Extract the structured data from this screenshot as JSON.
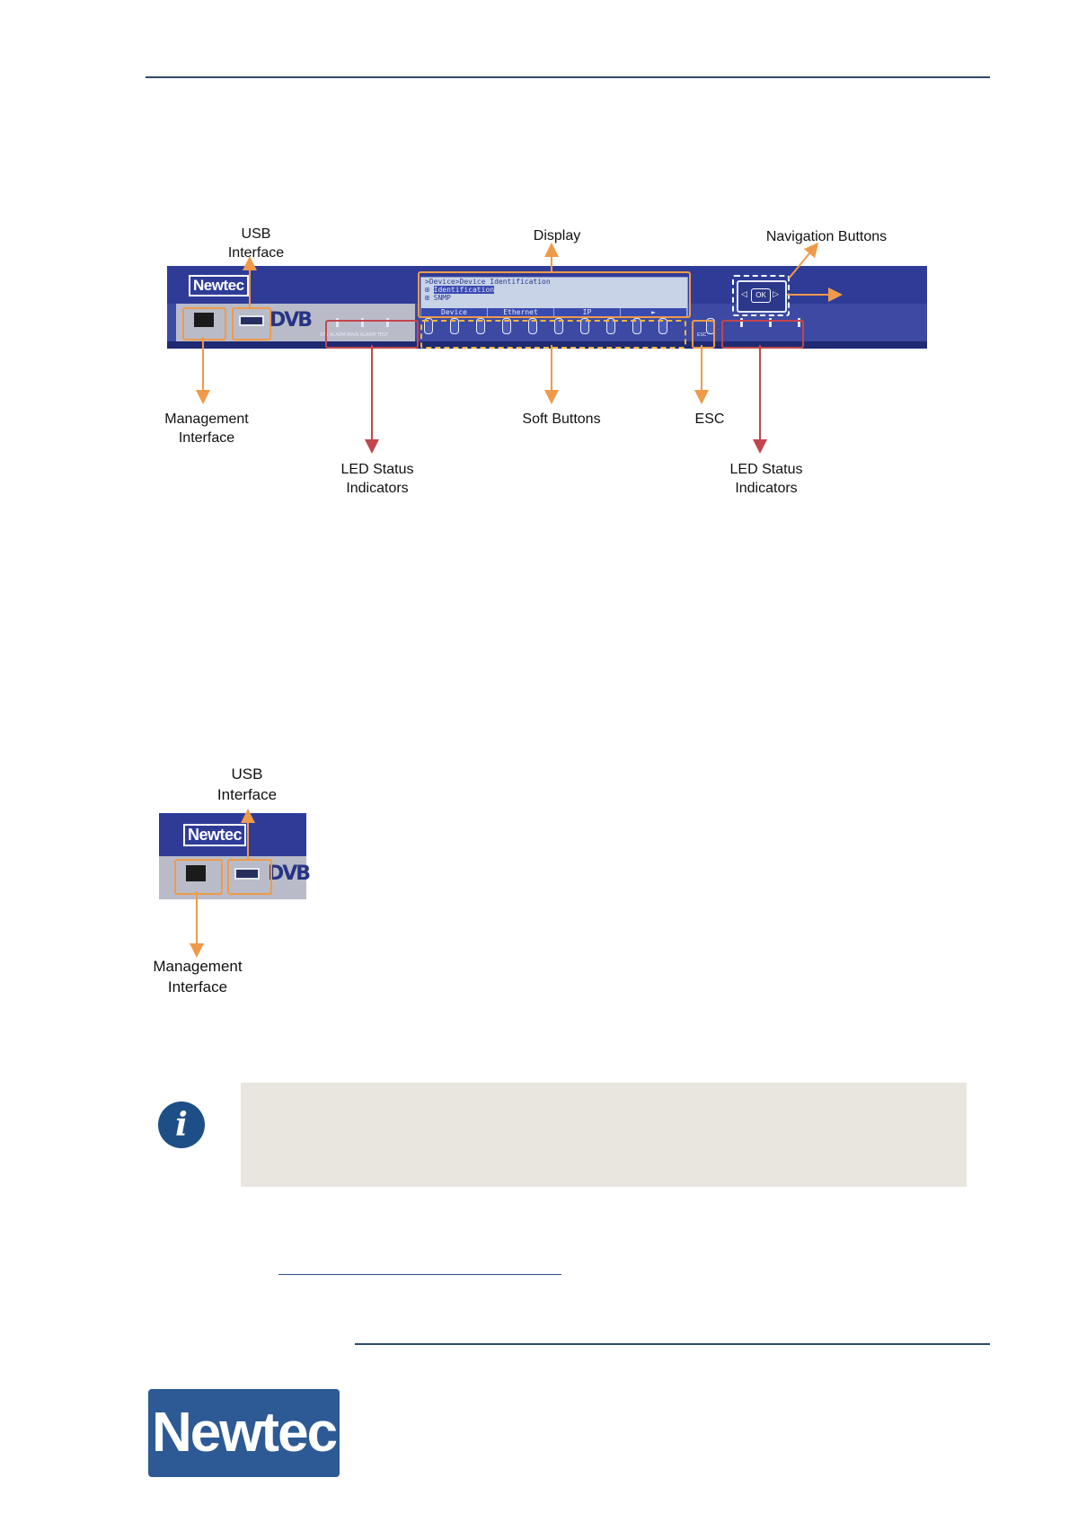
{
  "figure1": {
    "labels": {
      "usb_line1": "USB",
      "usb_line2": "Interface",
      "display": "Display",
      "navigation": "Navigation Buttons",
      "ok": "OK",
      "management_line1": "Management",
      "management_line2": "Interface",
      "soft_buttons": "Soft Buttons",
      "esc": "ESC",
      "led_left_line1": "LED Status",
      "led_left_line2": "Indicators",
      "led_right_line1": "LED Status",
      "led_right_line2": "Indicators"
    },
    "panel": {
      "logo": "Newtec",
      "dvb": "DVB",
      "lcd_line1": ">Device>Device Identification",
      "lcd_line2": "Identification",
      "lcd_line3": "SNMP",
      "lcd_tabs": [
        "Device",
        "Ethernet",
        "IP",
        "►"
      ],
      "led_caption": "SYS ALARM MAIN ALARM TEST",
      "esc_caption": "ESC",
      "ok_key": "OK"
    }
  },
  "figure2": {
    "labels": {
      "usb_line1": "USB",
      "usb_line2": "Interface",
      "management_line1": "Management",
      "management_line2": "Interface"
    },
    "panel": {
      "logo": "Newtec",
      "dvb": "DVB"
    }
  },
  "note": {
    "icon": "info-icon",
    "text": ""
  },
  "footer": {
    "brand": "Newtec"
  },
  "colors": {
    "rule": "#2e4a6b",
    "orange": "#ef9a4a",
    "red": "#c2464e",
    "note_bg": "#e9e6df",
    "brand": "#2d5a95"
  }
}
